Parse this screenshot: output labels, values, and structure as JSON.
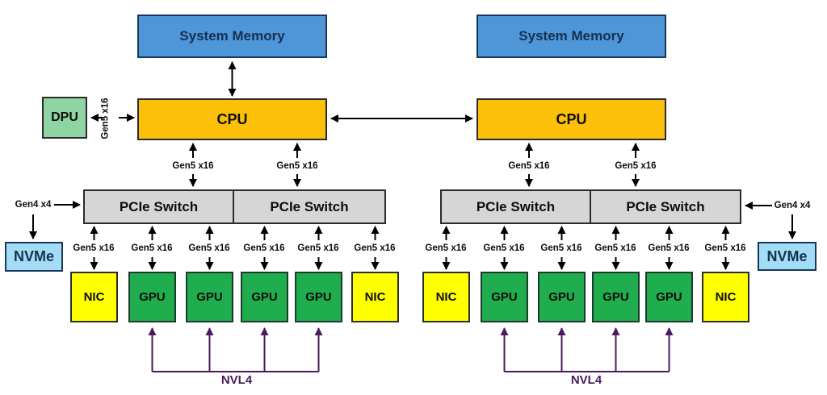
{
  "clusters": {
    "left": {
      "system_memory": "System Memory",
      "cpu": "CPU",
      "pcie_switches": [
        "PCIe Switch",
        "PCIe Switch"
      ],
      "devices": [
        "NIC",
        "GPU",
        "GPU",
        "GPU",
        "GPU",
        "NIC"
      ],
      "nvl4": "NVL4"
    },
    "right": {
      "system_memory": "System Memory",
      "cpu": "CPU",
      "pcie_switches": [
        "PCIe Switch",
        "PCIe Switch"
      ],
      "devices": [
        "NIC",
        "GPU",
        "GPU",
        "GPU",
        "GPU",
        "NIC"
      ],
      "nvl4": "NVL4"
    }
  },
  "peripherals": {
    "dpu": "DPU",
    "nvme_left": "NVMe",
    "nvme_right": "NVMe"
  },
  "link_labels": {
    "gen5_x16": "Gen5 x16",
    "gen4_x4": "Gen4 x4"
  },
  "colors": {
    "smem_fill": "#4e96d8",
    "smem_border": "#17375e",
    "smem_text": "#17304f",
    "cpu_fill": "#fdc008",
    "dpu_fill": "#8fd5a3",
    "nvme_fill": "#a3dcf5",
    "nvme_text": "#16324f",
    "switch_fill": "#d6d6d6",
    "nic_fill": "#feff00",
    "gpu_fill": "#1fad4e",
    "gpu_border": "#1e3a2f",
    "box_border": "#2b2b2b",
    "arrow": "#000000",
    "nvl4": "#4b1a5e",
    "label_text": "#0d0d0d"
  }
}
